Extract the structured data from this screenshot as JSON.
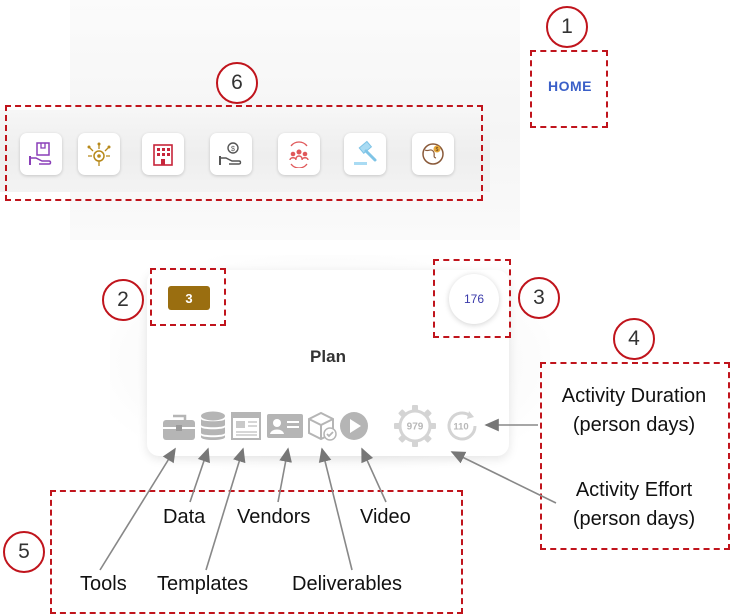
{
  "nav": {
    "home_label": "HOME"
  },
  "callouts": [
    "1",
    "2",
    "3",
    "4",
    "5",
    "6"
  ],
  "category_icons": [
    {
      "name": "hand-box-icon",
      "color": "#8a3fb8"
    },
    {
      "name": "gear-network-icon",
      "color": "#b7891a"
    },
    {
      "name": "building-icon",
      "color": "#c7253a"
    },
    {
      "name": "hand-money-icon",
      "color": "#555555"
    },
    {
      "name": "team-cycle-icon",
      "color": "#e0585a"
    },
    {
      "name": "gavel-icon",
      "color": "#7fc4e6"
    },
    {
      "name": "globe-money-icon",
      "color": "#8a5a3a"
    }
  ],
  "card": {
    "badge": "3",
    "count": "176",
    "title": "Plan",
    "duration_value": "979",
    "effort_value": "110",
    "badge_color": "#9a6e10",
    "resource_icons": [
      "toolbox-icon",
      "database-icon",
      "template-icon",
      "contact-card-icon",
      "box-check-icon",
      "play-icon"
    ]
  },
  "annotations": {
    "duration": [
      "Activity Duration",
      "(person days)"
    ],
    "effort": [
      "Activity Effort",
      "(person days)"
    ],
    "tools": "Tools",
    "data": "Data",
    "templates": "Templates",
    "vendors": "Vendors",
    "deliverables": "Deliverables",
    "video": "Video"
  }
}
